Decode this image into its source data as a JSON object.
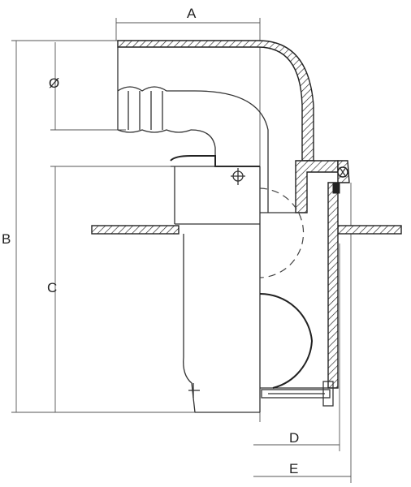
{
  "dimensions": {
    "A": "A",
    "B": "B",
    "C": "C",
    "D": "D",
    "E": "E",
    "diameter": "Ø"
  },
  "colors": {
    "line": "#222222",
    "background": "#ffffff"
  }
}
